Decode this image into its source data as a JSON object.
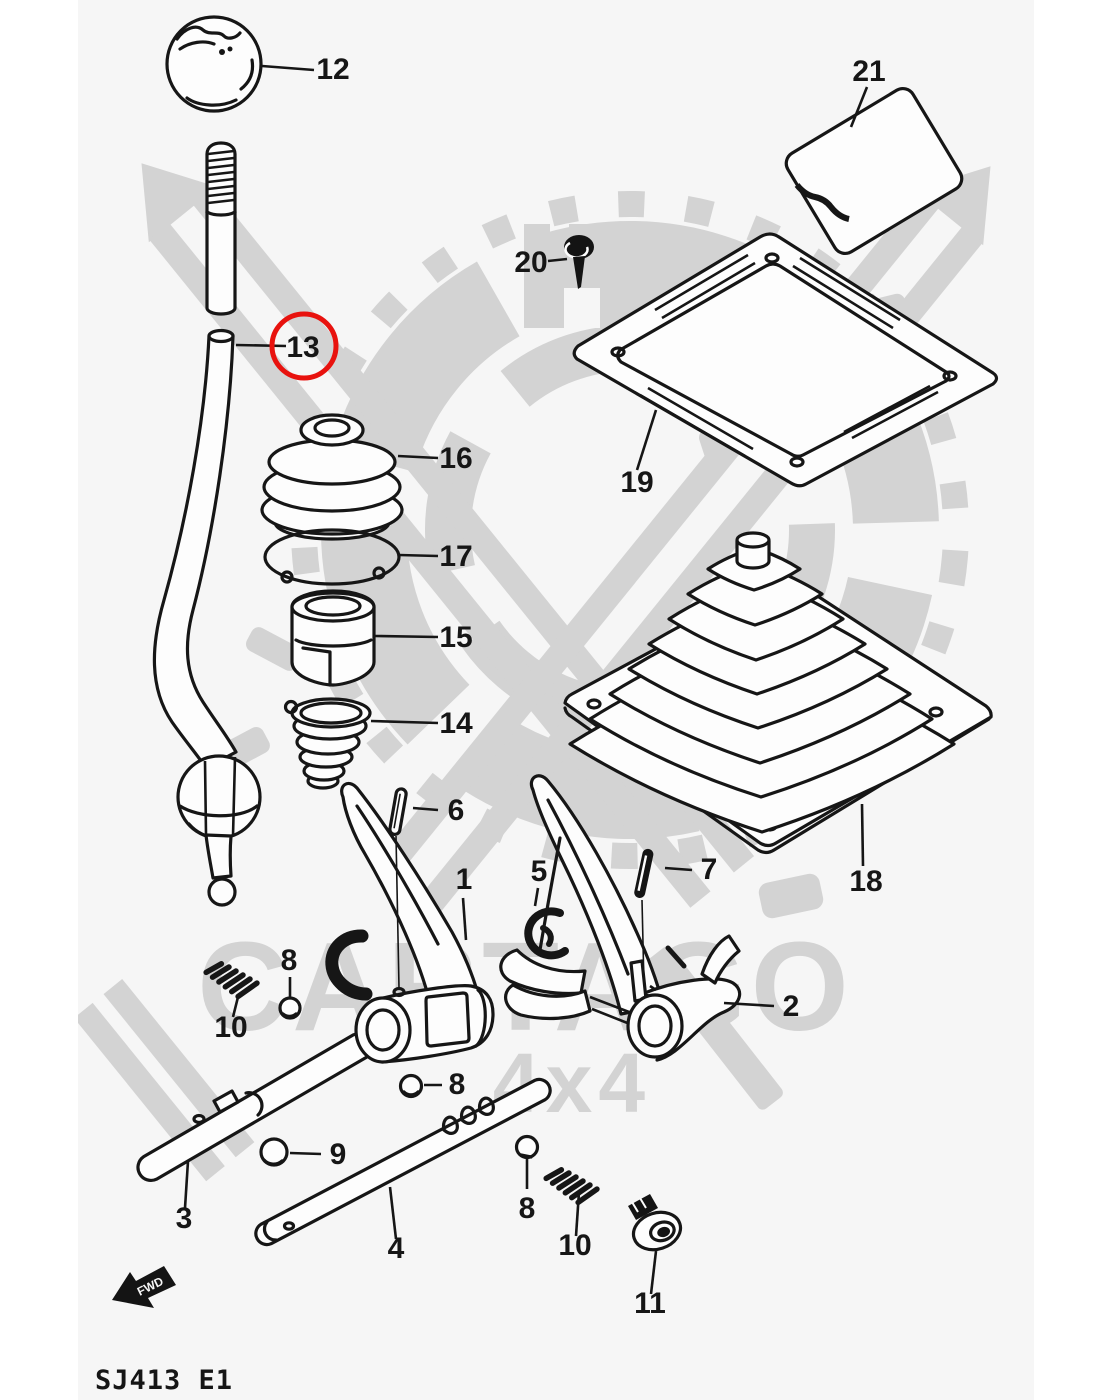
{
  "diagram": {
    "footer_code": "SJ413 E1",
    "direction_marker": "FWD",
    "line_color": "#161616",
    "background": "#f6f6f6",
    "highlight": {
      "part_number": "13",
      "color": "#e8120e"
    },
    "watermark": {
      "name": "CARTAGO",
      "sub": "4x4",
      "color": "#d3d3d3"
    },
    "callouts": {
      "1": "1",
      "2": "2",
      "3": "3",
      "4": "4",
      "5": "5",
      "6": "6",
      "7": "7",
      "8a": "8",
      "8b": "8",
      "8c": "8",
      "9": "9",
      "10a": "10",
      "10b": "10",
      "11": "11",
      "12": "12",
      "13": "13",
      "14": "14",
      "15": "15",
      "16": "16",
      "17": "17",
      "18": "18",
      "19": "19",
      "20": "20",
      "21": "21"
    }
  }
}
